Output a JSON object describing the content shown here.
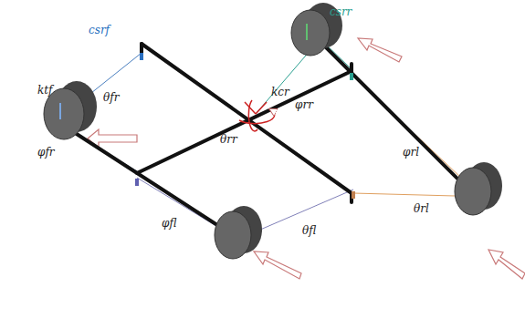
{
  "diagram": {
    "labels": [
      "csrf",
      "ktf",
      "θfr",
      "φfr",
      "csrr",
      "kcr",
      "θrr",
      "φrr",
      "φfl",
      "θfl",
      "φrl",
      "θrl"
    ]
  }
}
